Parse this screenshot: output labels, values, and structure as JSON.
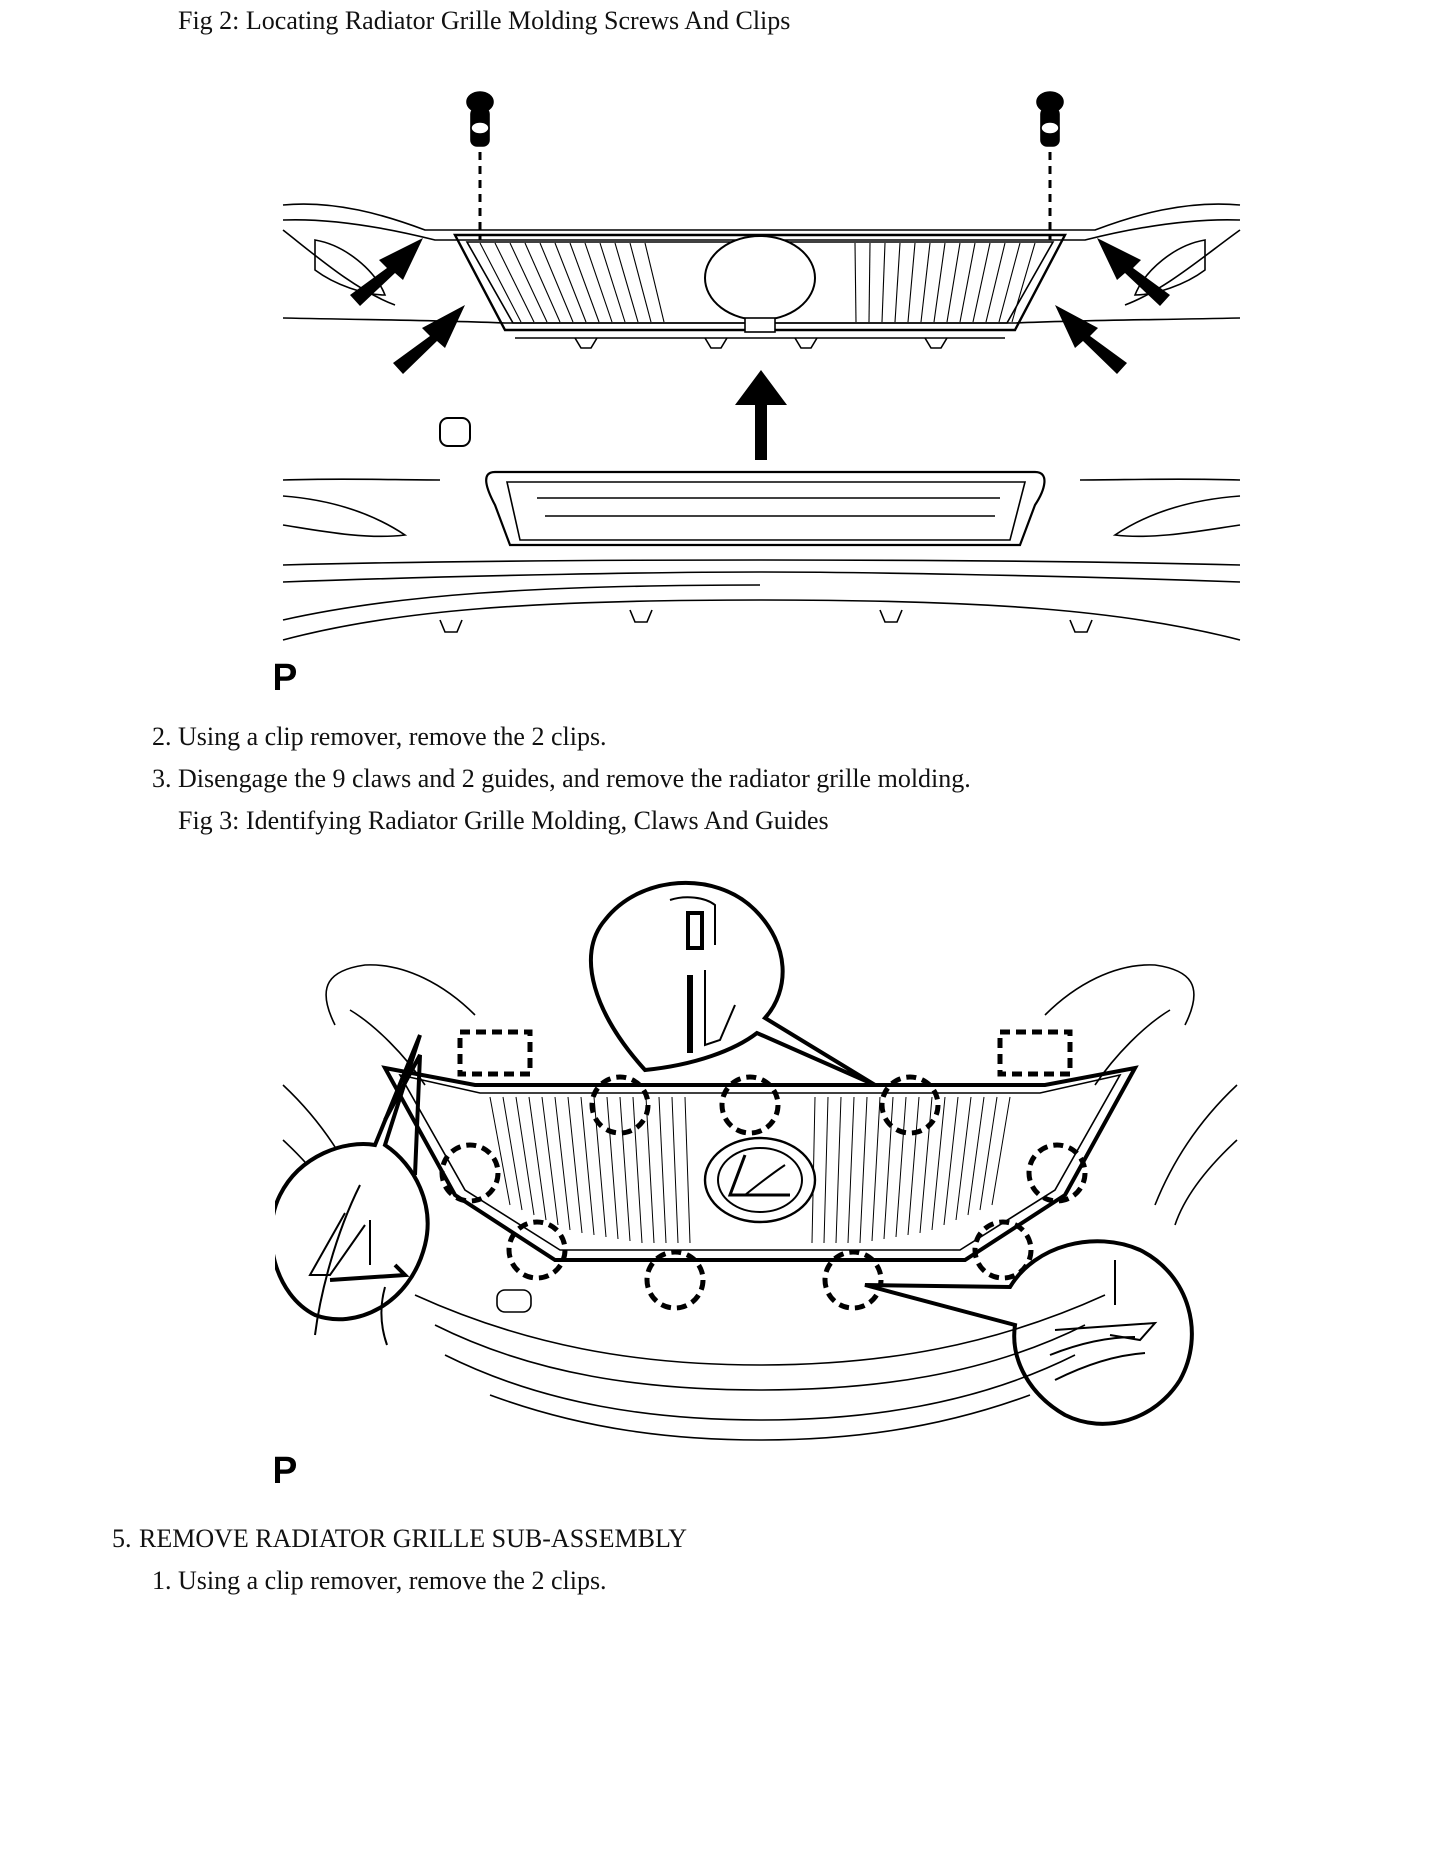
{
  "fig2": {
    "caption": "Fig 2: Locating Radiator Grille Molding Screws And Clips",
    "mark": "P"
  },
  "steps_a": [
    {
      "number": "2.",
      "text": "Using a clip remover, remove the 2 clips."
    },
    {
      "number": "3.",
      "text": "Disengage the 9 claws and 2 guides, and remove the radiator grille molding."
    }
  ],
  "fig3": {
    "caption": "Fig 3: Identifying Radiator Grille Molding, Claws And Guides",
    "mark": "P"
  },
  "section5": {
    "number": "5.",
    "heading": "REMOVE RADIATOR GRILLE SUB-ASSEMBLY"
  },
  "steps_b": [
    {
      "number": "1.",
      "text": "Using a clip remover, remove the 2 clips."
    }
  ]
}
